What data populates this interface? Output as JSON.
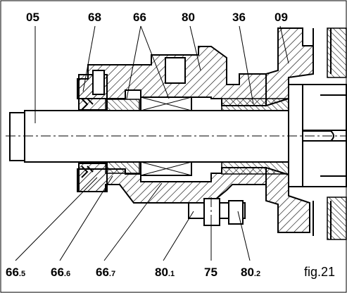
{
  "title": "fig.21",
  "callouts": {
    "top": [
      {
        "id": "05",
        "text": "05"
      },
      {
        "id": "68",
        "text": "68"
      },
      {
        "id": "66",
        "text": "66"
      },
      {
        "id": "80",
        "text": "80"
      },
      {
        "id": "36",
        "text": "36"
      },
      {
        "id": "09",
        "text": "09"
      }
    ],
    "bottom": [
      {
        "id": "66-5",
        "main": "66",
        "sub": ".5"
      },
      {
        "id": "66-6",
        "main": "66",
        "sub": ".6"
      },
      {
        "id": "66-7",
        "main": "66",
        "sub": ".7"
      },
      {
        "id": "80-1",
        "main": "80",
        "sub": ".1"
      },
      {
        "id": "75",
        "main": "75",
        "sub": ""
      },
      {
        "id": "80-2",
        "main": "80",
        "sub": ".2"
      }
    ]
  },
  "colors": {
    "line": "#000000",
    "background": "#ffffff"
  }
}
